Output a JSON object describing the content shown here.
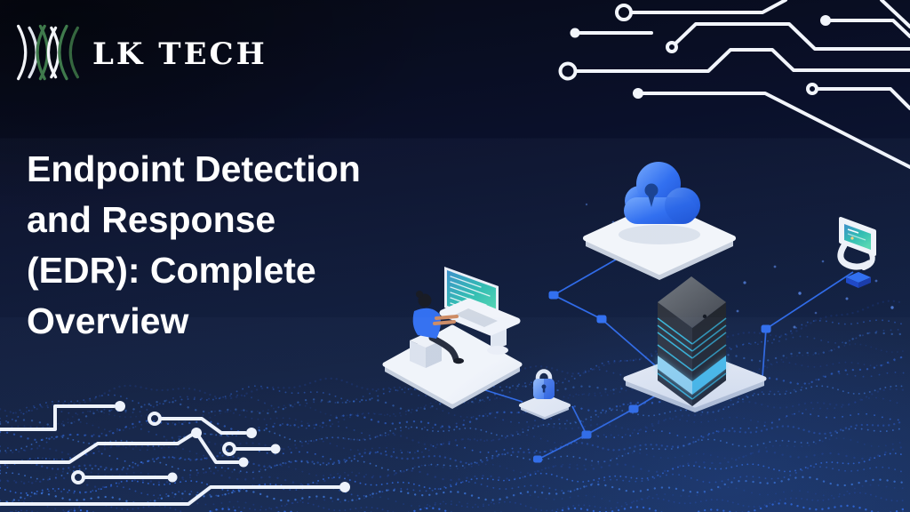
{
  "brand": {
    "name": "LK TECH",
    "icon": "soundwave-arcs-icon"
  },
  "title": {
    "full": "Endpoint Detection and Response (EDR): Complete Overview",
    "lines": [
      "Endpoint Detection",
      "and Response",
      "(EDR): Complete",
      "Overview"
    ]
  },
  "illustration": {
    "icons": [
      "cloud-keyhole-icon",
      "server-stack-icon",
      "analyst-workstation-icon",
      "padlock-icon",
      "endpoint-monitor-icon",
      "circuit-trace-icon",
      "particle-wave-icon"
    ]
  },
  "colors": {
    "background_top": "#070a16",
    "background_bottom": "#142a55",
    "accent_blue": "#2e6df0",
    "cloud_blue": "#3b7bf2",
    "screen_teal": "#2fbdb0",
    "server_glow_cyan": "#67d8fa",
    "circuit_white": "#f2f5fb",
    "logo_green": "#3f7a4c",
    "particle_blue": "#2e6df0",
    "text_white": "#ffffff"
  }
}
